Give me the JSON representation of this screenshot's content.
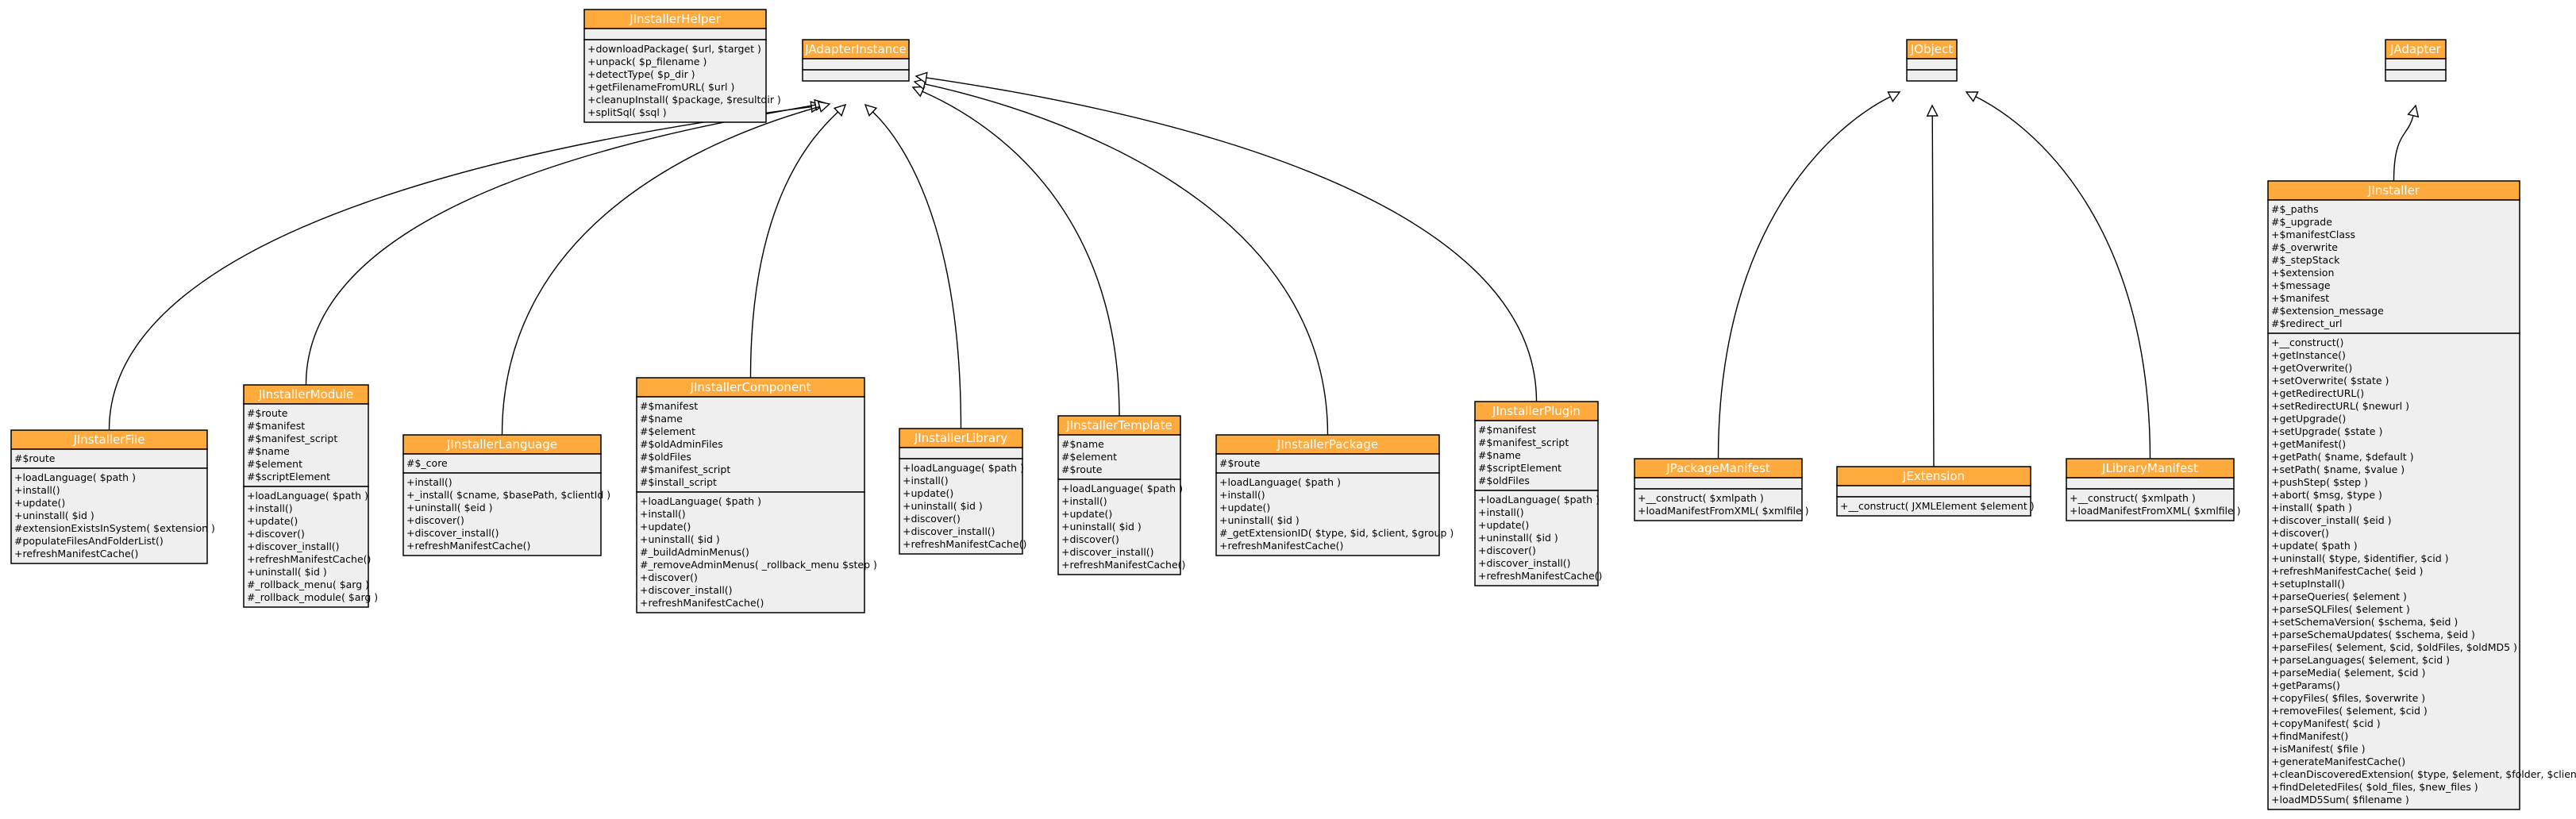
{
  "colors": {
    "header_fill": "#ffaa3c",
    "header_text": "#ffffff",
    "body_fill": "#efefef",
    "border": "#000000",
    "edge": "#000000"
  },
  "classes": [
    {
      "id": "JInstallerHelper",
      "name": "JInstallerHelper",
      "attributes": [],
      "methods": [
        "+downloadPackage( $url, $target )",
        "+unpack( $p_filename )",
        "+detectType( $p_dir )",
        "+getFilenameFromURL( $url )",
        "+cleanupInstall( $package, $resultdir )",
        "+splitSql( $sql )"
      ]
    },
    {
      "id": "JAdapterInstance",
      "name": "JAdapterInstance",
      "attributes": [],
      "methods": []
    },
    {
      "id": "JObject",
      "name": "JObject",
      "attributes": [],
      "methods": []
    },
    {
      "id": "JAdapter",
      "name": "JAdapter",
      "attributes": [],
      "methods": []
    },
    {
      "id": "JInstallerFile",
      "name": "JInstallerFile",
      "attributes": [
        "#$route"
      ],
      "methods": [
        "+loadLanguage( $path )",
        "+install()",
        "+update()",
        "+uninstall( $id )",
        "#extensionExistsInSystem( $extension )",
        "#populateFilesAndFolderList()",
        "+refreshManifestCache()"
      ]
    },
    {
      "id": "JInstallerModule",
      "name": "JInstallerModule",
      "attributes": [
        "#$route",
        "#$manifest",
        "#$manifest_script",
        "#$name",
        "#$element",
        "#$scriptElement"
      ],
      "methods": [
        "+loadLanguage( $path )",
        "+install()",
        "+update()",
        "+discover()",
        "+discover_install()",
        "+refreshManifestCache()",
        "+uninstall( $id )",
        "#_rollback_menu( $arg )",
        "#_rollback_module( $arg )"
      ]
    },
    {
      "id": "JInstallerLanguage",
      "name": "JInstallerLanguage",
      "attributes": [
        "#$_core"
      ],
      "methods": [
        "+install()",
        "+_install( $cname, $basePath, $clientId )",
        "+uninstall( $eid )",
        "+discover()",
        "+discover_install()",
        "+refreshManifestCache()"
      ]
    },
    {
      "id": "JInstallerComponent",
      "name": "JInstallerComponent",
      "attributes": [
        "#$manifest",
        "#$name",
        "#$element",
        "#$oldAdminFiles",
        "#$oldFiles",
        "#$manifest_script",
        "#$install_script"
      ],
      "methods": [
        "+loadLanguage( $path )",
        "+install()",
        "+update()",
        "+uninstall( $id )",
        "#_buildAdminMenus()",
        "#_removeAdminMenus( _rollback_menu $step )",
        "+discover()",
        "+discover_install()",
        "+refreshManifestCache()"
      ]
    },
    {
      "id": "JInstallerLibrary",
      "name": "JInstallerLibrary",
      "attributes": [],
      "methods": [
        "+loadLanguage( $path )",
        "+install()",
        "+update()",
        "+uninstall( $id )",
        "+discover()",
        "+discover_install()",
        "+refreshManifestCache()"
      ]
    },
    {
      "id": "JInstallerTemplate",
      "name": "JInstallerTemplate",
      "attributes": [
        "#$name",
        "#$element",
        "#$route"
      ],
      "methods": [
        "+loadLanguage( $path )",
        "+install()",
        "+update()",
        "+uninstall( $id )",
        "+discover()",
        "+discover_install()",
        "+refreshManifestCache()"
      ]
    },
    {
      "id": "JInstallerPackage",
      "name": "JInstallerPackage",
      "attributes": [
        "#$route"
      ],
      "methods": [
        "+loadLanguage( $path )",
        "+install()",
        "+update()",
        "+uninstall( $id )",
        "#_getExtensionID( $type, $id, $client, $group )",
        "+refreshManifestCache()"
      ]
    },
    {
      "id": "JInstallerPlugin",
      "name": "JInstallerPlugin",
      "attributes": [
        "#$manifest",
        "#$manifest_script",
        "#$name",
        "#$scriptElement",
        "#$oldFiles"
      ],
      "methods": [
        "+loadLanguage( $path )",
        "+install()",
        "+update()",
        "+uninstall( $id )",
        "+discover()",
        "+discover_install()",
        "+refreshManifestCache()"
      ]
    },
    {
      "id": "JPackageManifest",
      "name": "JPackageManifest",
      "attributes": [],
      "methods": [
        "+__construct( $xmlpath )",
        "+loadManifestFromXML( $xmlfile )"
      ]
    },
    {
      "id": "JExtension",
      "name": "JExtension",
      "attributes": [],
      "methods": [
        "+__construct( JXMLElement $element )"
      ]
    },
    {
      "id": "JLibraryManifest",
      "name": "JLibraryManifest",
      "attributes": [],
      "methods": [
        "+__construct( $xmlpath )",
        "+loadManifestFromXML( $xmlfile )"
      ]
    },
    {
      "id": "JInstaller",
      "name": "JInstaller",
      "attributes": [
        "#$_paths",
        "#$_upgrade",
        "+$manifestClass",
        "#$_overwrite",
        "#$_stepStack",
        "+$extension",
        "+$message",
        "+$manifest",
        "#$extension_message",
        "#$redirect_url"
      ],
      "methods": [
        "+__construct()",
        "+getInstance()",
        "+getOverwrite()",
        "+setOverwrite( $state )",
        "+getRedirectURL()",
        "+setRedirectURL( $newurl )",
        "+getUpgrade()",
        "+setUpgrade( $state )",
        "+getManifest()",
        "+getPath( $name, $default )",
        "+setPath( $name, $value )",
        "+pushStep( $step )",
        "+abort( $msg, $type )",
        "+install( $path )",
        "+discover_install( $eid )",
        "+discover()",
        "+update( $path )",
        "+uninstall( $type, $identifier, $cid )",
        "+refreshManifestCache( $eid )",
        "+setupInstall()",
        "+parseQueries( $element )",
        "+parseSQLFiles( $element )",
        "+setSchemaVersion( $schema, $eid )",
        "+parseSchemaUpdates( $schema, $eid )",
        "+parseFiles( $element, $cid, $oldFiles, $oldMD5 )",
        "+parseLanguages( $element, $cid )",
        "+parseMedia( $element, $cid )",
        "+getParams()",
        "+copyFiles( $files, $overwrite )",
        "+removeFiles( $element, $cid )",
        "+copyManifest( $cid )",
        "+findManifest()",
        "+isManifest( $file )",
        "+generateManifestCache()",
        "+cleanDiscoveredExtension( $type, $element, $folder, $client )",
        "+findDeletedFiles( $old_files, $new_files )",
        "+loadMD5Sum( $filename )"
      ]
    }
  ],
  "generalizations": [
    {
      "from": "JInstallerFile",
      "to": "JAdapterInstance"
    },
    {
      "from": "JInstallerModule",
      "to": "JAdapterInstance"
    },
    {
      "from": "JInstallerLanguage",
      "to": "JAdapterInstance"
    },
    {
      "from": "JInstallerComponent",
      "to": "JAdapterInstance"
    },
    {
      "from": "JInstallerLibrary",
      "to": "JAdapterInstance"
    },
    {
      "from": "JInstallerTemplate",
      "to": "JAdapterInstance"
    },
    {
      "from": "JInstallerPackage",
      "to": "JAdapterInstance"
    },
    {
      "from": "JInstallerPlugin",
      "to": "JAdapterInstance"
    },
    {
      "from": "JPackageManifest",
      "to": "JObject"
    },
    {
      "from": "JExtension",
      "to": "JObject"
    },
    {
      "from": "JLibraryManifest",
      "to": "JObject"
    },
    {
      "from": "JInstaller",
      "to": "JAdapter"
    }
  ]
}
